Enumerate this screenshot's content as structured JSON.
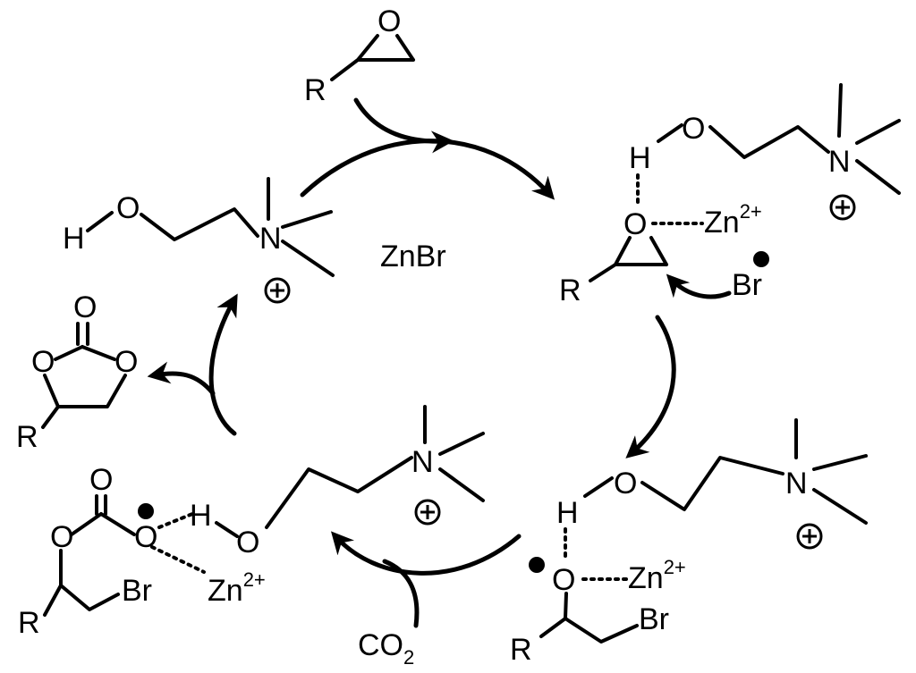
{
  "catalyst_label": "ZnBr",
  "atoms": {
    "R": "R",
    "O": "O",
    "H": "H",
    "N": "N",
    "Br": "Br",
    "Zn": "Zn",
    "zn_charge": "2+",
    "co2_base": "CO",
    "co2_sub": "2"
  }
}
